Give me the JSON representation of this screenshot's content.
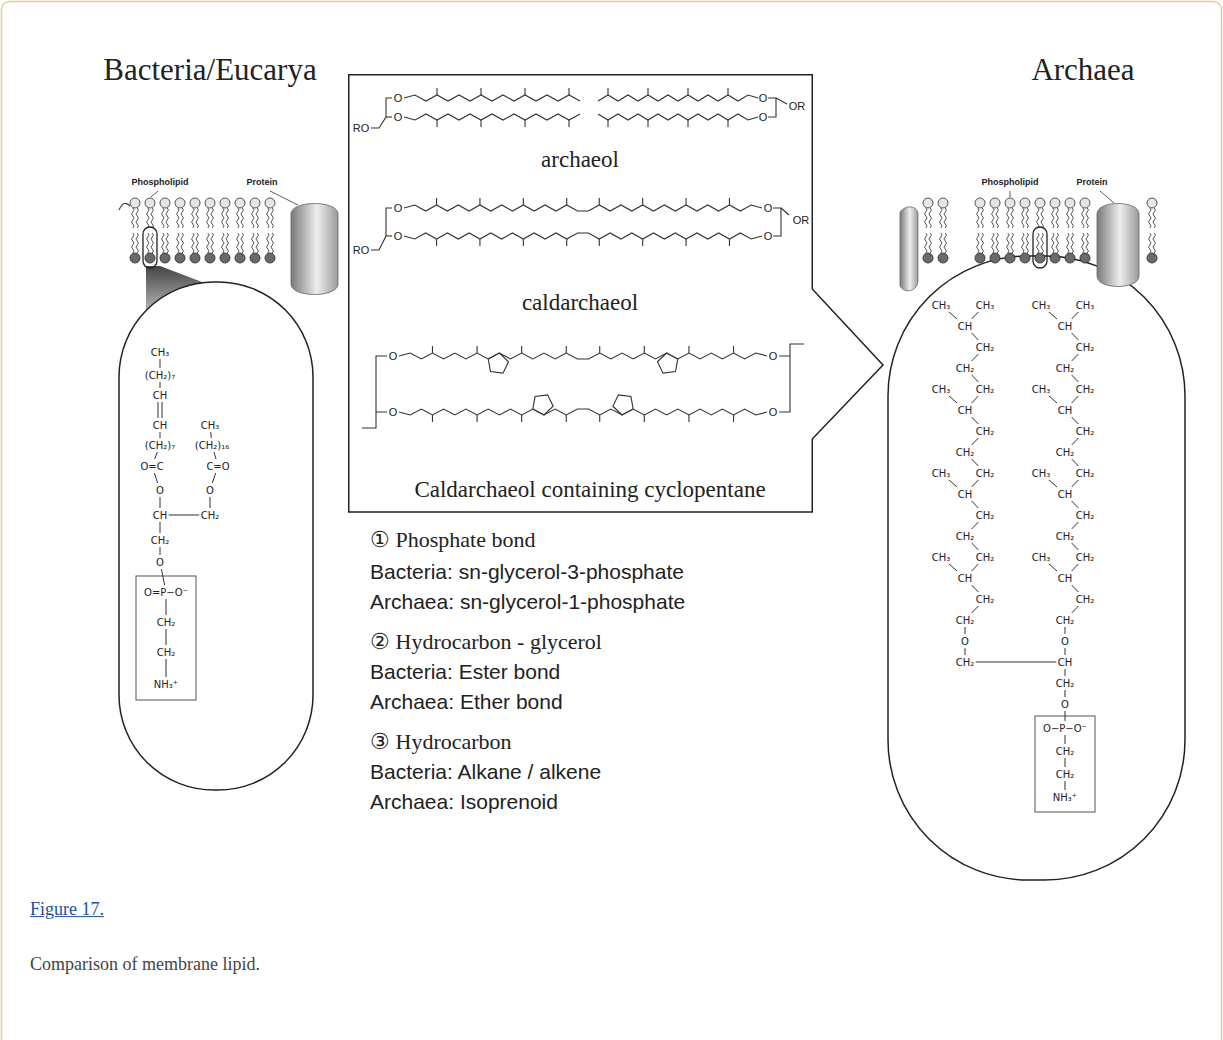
{
  "diagram": {
    "caption": "Comparison of membrane lipid.",
    "nodes": [
      {
        "text": [
          "archaeol",
          "caldarchaeol",
          "Caldarchaeol containing cyclopentane"
        ]
      }
    ],
    "labels": [
      "Bacteria/Eucarya",
      "Phospholipid",
      "Protein",
      "CH₃",
      "(CH₂)₇",
      "CH",
      "CH",
      "CH₃",
      "(CH₂)₇",
      "(CH₂)₁₆",
      "O=C",
      "C=O",
      "O",
      "O",
      "CH",
      "CH₂",
      "CH₂",
      "O",
      "O=P−O⁻",
      "CH₂",
      "CH₂",
      "NH₃⁺",
      "RO",
      "O",
      "O",
      "O",
      "O",
      "OR",
      "RO",
      "O",
      "O",
      "O",
      "O",
      "OR",
      "O",
      "O",
      "O",
      "O",
      "① Phosphate bond",
      "Bacteria: sn-glycerol-3-phosphate",
      "Archaea: sn-glycerol-1-phosphate",
      "② Hydrocarbon - glycerol",
      "Bacteria: Ester bond",
      "Archaea: Ether bond",
      "③ Hydrocarbon",
      "Bacteria: Alkane / alkene",
      "Archaea: Isoprenoid",
      "Archaea",
      "Phospholipid",
      "Protein",
      "CH₃",
      "CH₃",
      "CH",
      "CH₂",
      "CH₂",
      "CH₃",
      "CH₂",
      "CH",
      "CH₂",
      "CH₂",
      "CH₃",
      "CH₂",
      "CH",
      "CH₂",
      "CH₂",
      "CH₃",
      "CH₂",
      "CH",
      "CH₂",
      "CH₂",
      "O",
      "CH₂",
      "CH₃",
      "CH₃",
      "CH",
      "CH₂",
      "CH₂",
      "CH₃",
      "CH₂",
      "CH",
      "CH₂",
      "CH₂",
      "CH₃",
      "CH₂",
      "CH",
      "CH₂",
      "CH₂",
      "CH₃",
      "CH₂",
      "CH",
      "CH₂",
      "CH₂",
      "O",
      "CH",
      "CH₂",
      "O",
      "O−P−O⁻",
      "CH₂",
      "CH₂",
      "NH₃⁺",
      "Figure 17."
    ]
  }
}
